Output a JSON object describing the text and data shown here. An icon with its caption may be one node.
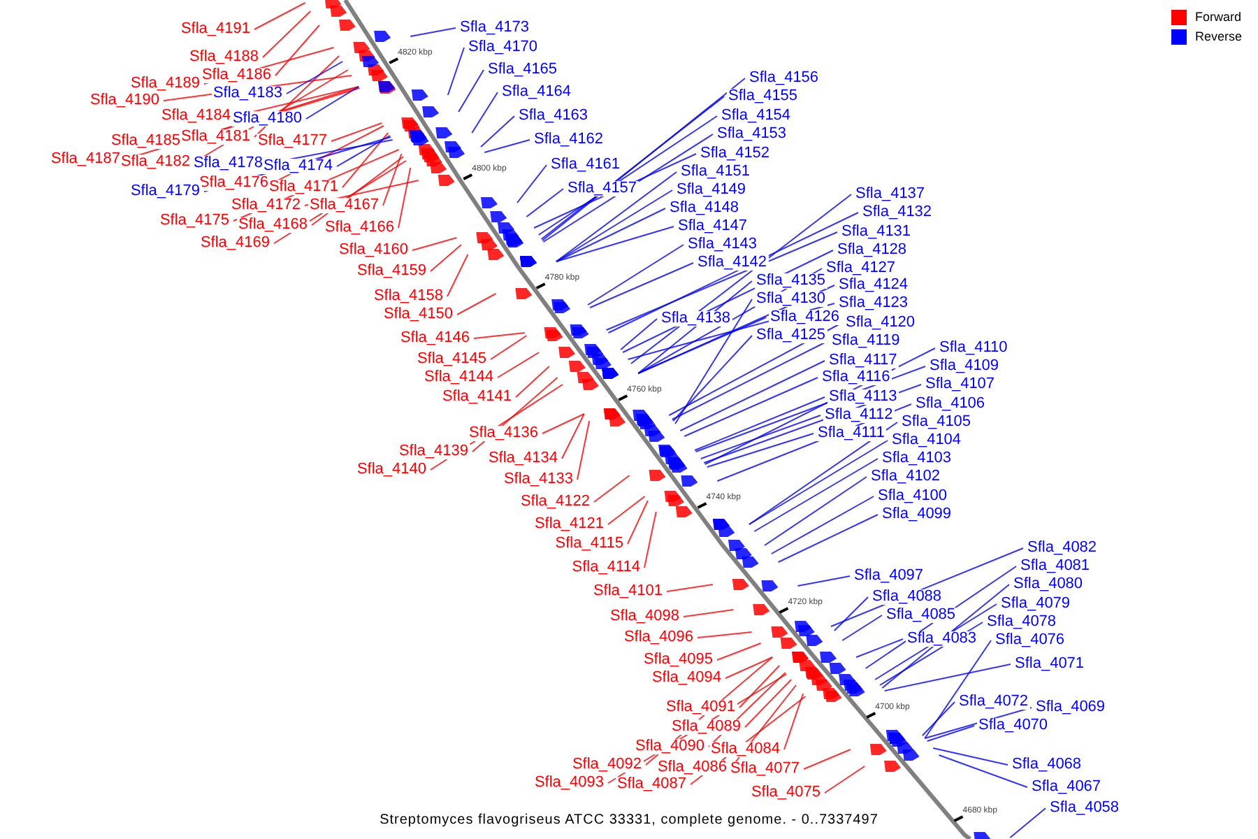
{
  "diagram": {
    "caption": "Streptomyces flavogriseus ATCC 33331, complete genome. - 0..7337497",
    "nodes": [
      {
        "text": [
          "Sfla_4191"
        ]
      },
      {
        "text": [
          "Sfla_4188"
        ]
      },
      {
        "text": [
          "Sfla_4186"
        ]
      },
      {
        "text": [
          "Sfla_4189"
        ]
      },
      {
        "text": [
          "Sfla_4190"
        ]
      },
      {
        "text": [
          "Sfla_4184"
        ]
      },
      {
        "text": [
          "Sfla_4181"
        ]
      },
      {
        "text": [
          "Sfla_4185"
        ]
      },
      {
        "text": [
          "Sfla_4177"
        ]
      },
      {
        "text": [
          "Sfla_4187"
        ]
      },
      {
        "text": [
          "Sfla_4182"
        ]
      },
      {
        "text": [
          "Sfla_4176"
        ]
      },
      {
        "text": [
          "Sfla_4171"
        ]
      },
      {
        "text": [
          "Sfla_4172"
        ]
      },
      {
        "text": [
          "Sfla_4167"
        ]
      },
      {
        "text": [
          "Sfla_4175"
        ]
      },
      {
        "text": [
          "Sfla_4168"
        ]
      },
      {
        "text": [
          "Sfla_4166"
        ]
      },
      {
        "text": [
          "Sfla_4169"
        ]
      },
      {
        "text": [
          "Sfla_4160"
        ]
      },
      {
        "text": [
          "Sfla_4159"
        ]
      },
      {
        "text": [
          "Sfla_4158"
        ]
      },
      {
        "text": [
          "Sfla_4150"
        ]
      },
      {
        "text": [
          "Sfla_4146"
        ]
      },
      {
        "text": [
          "Sfla_4145"
        ]
      },
      {
        "text": [
          "Sfla_4144"
        ]
      },
      {
        "text": [
          "Sfla_4141"
        ]
      },
      {
        "text": [
          "Sfla_4136"
        ]
      },
      {
        "text": [
          "Sfla_4139"
        ]
      },
      {
        "text": [
          "Sfla_4134"
        ]
      },
      {
        "text": [
          "Sfla_4140"
        ]
      },
      {
        "text": [
          "Sfla_4133"
        ]
      },
      {
        "text": [
          "Sfla_4122"
        ]
      },
      {
        "text": [
          "Sfla_4121"
        ]
      },
      {
        "text": [
          "Sfla_4115"
        ]
      },
      {
        "text": [
          "Sfla_4114"
        ]
      },
      {
        "text": [
          "Sfla_4101"
        ]
      },
      {
        "text": [
          "Sfla_4098"
        ]
      },
      {
        "text": [
          "Sfla_4096"
        ]
      },
      {
        "text": [
          "Sfla_4095"
        ]
      },
      {
        "text": [
          "Sfla_4094"
        ]
      },
      {
        "text": [
          "Sfla_4091"
        ]
      },
      {
        "text": [
          "Sfla_4089"
        ]
      },
      {
        "text": [
          "Sfla_4090"
        ]
      },
      {
        "text": [
          "Sfla_4084"
        ]
      },
      {
        "text": [
          "Sfla_4092"
        ]
      },
      {
        "text": [
          "Sfla_4086"
        ]
      },
      {
        "text": [
          "Sfla_4077"
        ]
      },
      {
        "text": [
          "Sfla_4093"
        ]
      },
      {
        "text": [
          "Sfla_4087"
        ]
      },
      {
        "text": [
          "Sfla_4075"
        ]
      },
      {
        "text": [
          "Sfla_4183"
        ]
      },
      {
        "text": [
          "Sfla_4180"
        ]
      },
      {
        "text": [
          "Sfla_4178"
        ]
      },
      {
        "text": [
          "Sfla_4174"
        ]
      },
      {
        "text": [
          "Sfla_4179"
        ]
      },
      {
        "text": [
          "Sfla_4173"
        ]
      },
      {
        "text": [
          "Sfla_4170"
        ]
      },
      {
        "text": [
          "Sfla_4165"
        ]
      },
      {
        "text": [
          "Sfla_4164"
        ]
      },
      {
        "text": [
          "Sfla_4163"
        ]
      },
      {
        "text": [
          "Sfla_4162"
        ]
      },
      {
        "text": [
          "Sfla_4161"
        ]
      },
      {
        "text": [
          "Sfla_4157"
        ]
      },
      {
        "text": [
          "Sfla_4156"
        ]
      },
      {
        "text": [
          "Sfla_4155"
        ]
      },
      {
        "text": [
          "Sfla_4154"
        ]
      },
      {
        "text": [
          "Sfla_4153"
        ]
      },
      {
        "text": [
          "Sfla_4152"
        ]
      },
      {
        "text": [
          "Sfla_4151"
        ]
      },
      {
        "text": [
          "Sfla_4149"
        ]
      },
      {
        "text": [
          "Sfla_4148"
        ]
      },
      {
        "text": [
          "Sfla_4147"
        ]
      },
      {
        "text": [
          "Sfla_4143"
        ]
      },
      {
        "text": [
          "Sfla_4142"
        ]
      },
      {
        "text": [
          "Sfla_4138"
        ]
      },
      {
        "text": [
          "Sfla_4137"
        ]
      },
      {
        "text": [
          "Sfla_4132"
        ]
      },
      {
        "text": [
          "Sfla_4131"
        ]
      },
      {
        "text": [
          "Sfla_4128"
        ]
      },
      {
        "text": [
          "Sfla_4127"
        ]
      },
      {
        "text": [
          "Sfla_4135"
        ]
      },
      {
        "text": [
          "Sfla_4124"
        ]
      },
      {
        "text": [
          "Sfla_4130"
        ]
      },
      {
        "text": [
          "Sfla_4123"
        ]
      },
      {
        "text": [
          "Sfla_4126"
        ]
      },
      {
        "text": [
          "Sfla_4120"
        ]
      },
      {
        "text": [
          "Sfla_4125"
        ]
      },
      {
        "text": [
          "Sfla_4119"
        ]
      },
      {
        "text": [
          "Sfla_4117"
        ]
      },
      {
        "text": [
          "Sfla_4116"
        ]
      },
      {
        "text": [
          "Sfla_4113"
        ]
      },
      {
        "text": [
          "Sfla_4112"
        ]
      },
      {
        "text": [
          "Sfla_4111"
        ]
      },
      {
        "text": [
          "Sfla_4110"
        ]
      },
      {
        "text": [
          "Sfla_4109"
        ]
      },
      {
        "text": [
          "Sfla_4107"
        ]
      },
      {
        "text": [
          "Sfla_4106"
        ]
      },
      {
        "text": [
          "Sfla_4105"
        ]
      },
      {
        "text": [
          "Sfla_4104"
        ]
      },
      {
        "text": [
          "Sfla_4103"
        ]
      },
      {
        "text": [
          "Sfla_4102"
        ]
      },
      {
        "text": [
          "Sfla_4100"
        ]
      },
      {
        "text": [
          "Sfla_4099"
        ]
      },
      {
        "text": [
          "Sfla_4097"
        ]
      },
      {
        "text": [
          "Sfla_4088"
        ]
      },
      {
        "text": [
          "Sfla_4085"
        ]
      },
      {
        "text": [
          "Sfla_4083"
        ]
      },
      {
        "text": [
          "Sfla_4082"
        ]
      },
      {
        "text": [
          "Sfla_4081"
        ]
      },
      {
        "text": [
          "Sfla_4080"
        ]
      },
      {
        "text": [
          "Sfla_4079"
        ]
      },
      {
        "text": [
          "Sfla_4078"
        ]
      },
      {
        "text": [
          "Sfla_4076"
        ]
      },
      {
        "text": [
          "Sfla_4071"
        ]
      },
      {
        "text": [
          "Sfla_4072"
        ]
      },
      {
        "text": [
          "Sfla_4069"
        ]
      },
      {
        "text": [
          "Sfla_4070"
        ]
      },
      {
        "text": [
          "Sfla_4068"
        ]
      },
      {
        "text": [
          "Sfla_4067"
        ]
      },
      {
        "text": [
          "Sfla_4058"
        ]
      }
    ],
    "edges": [
      {
        "from": 0,
        "to": null,
        "arrow": "none",
        "color": "#ff0000"
      },
      {
        "from": 1,
        "to": null,
        "arrow": "none",
        "color": "#ff0000"
      },
      {
        "from": 2,
        "to": null,
        "arrow": "none",
        "color": "#ff0000"
      },
      {
        "from": 3,
        "to": null,
        "arrow": "none",
        "color": "#ff0000"
      },
      {
        "from": 4,
        "to": null,
        "arrow": "none",
        "color": "#ff0000"
      },
      {
        "from": 5,
        "to": null,
        "arrow": "none",
        "color": "#ff0000"
      },
      {
        "from": 6,
        "to": null,
        "arrow": "none",
        "color": "#ff0000"
      },
      {
        "from": 7,
        "to": null,
        "arrow": "none",
        "color": "#ff0000"
      },
      {
        "from": 8,
        "to": null,
        "arrow": "none",
        "color": "#ff0000"
      },
      {
        "from": 9,
        "to": null,
        "arrow": "none",
        "color": "#ff0000"
      },
      {
        "from": 10,
        "to": null,
        "arrow": "none",
        "color": "#ff0000"
      },
      {
        "from": 11,
        "to": null,
        "arrow": "none",
        "color": "#ff0000"
      },
      {
        "from": 12,
        "to": null,
        "arrow": "none",
        "color": "#ff0000"
      },
      {
        "from": 13,
        "to": null,
        "arrow": "none",
        "color": "#ff0000"
      },
      {
        "from": 14,
        "to": null,
        "arrow": "none",
        "color": "#ff0000"
      },
      {
        "from": 15,
        "to": null,
        "arrow": "none",
        "color": "#ff0000"
      },
      {
        "from": 16,
        "to": null,
        "arrow": "none",
        "color": "#ff0000"
      },
      {
        "from": 17,
        "to": null,
        "arrow": "none",
        "color": "#ff0000"
      },
      {
        "from": 18,
        "to": null,
        "arrow": "none",
        "color": "#ff0000"
      },
      {
        "from": 19,
        "to": null,
        "arrow": "none",
        "color": "#ff0000"
      },
      {
        "from": 20,
        "to": null,
        "arrow": "none",
        "color": "#ff0000"
      },
      {
        "from": 21,
        "to": null,
        "arrow": "none",
        "color": "#ff0000"
      },
      {
        "from": 22,
        "to": null,
        "arrow": "none",
        "color": "#ff0000"
      },
      {
        "from": 23,
        "to": null,
        "arrow": "none",
        "color": "#ff0000"
      },
      {
        "from": 24,
        "to": null,
        "arrow": "none",
        "color": "#ff0000"
      },
      {
        "from": 25,
        "to": null,
        "arrow": "none",
        "color": "#ff0000"
      },
      {
        "from": 26,
        "to": null,
        "arrow": "none",
        "color": "#ff0000"
      },
      {
        "from": 27,
        "to": null,
        "arrow": "none",
        "color": "#ff0000"
      },
      {
        "from": 28,
        "to": null,
        "arrow": "none",
        "color": "#ff0000"
      },
      {
        "from": 29,
        "to": null,
        "arrow": "none",
        "color": "#ff0000"
      },
      {
        "from": 30,
        "to": null,
        "arrow": "none",
        "color": "#ff0000"
      },
      {
        "from": 31,
        "to": null,
        "arrow": "none",
        "color": "#ff0000"
      },
      {
        "from": 32,
        "to": null,
        "arrow": "none",
        "color": "#ff0000"
      },
      {
        "from": 33,
        "to": null,
        "arrow": "none",
        "color": "#ff0000"
      },
      {
        "from": 34,
        "to": null,
        "arrow": "none",
        "color": "#ff0000"
      },
      {
        "from": 35,
        "to": null,
        "arrow": "none",
        "color": "#ff0000"
      },
      {
        "from": 36,
        "to": null,
        "arrow": "none",
        "color": "#ff0000"
      },
      {
        "from": 37,
        "to": null,
        "arrow": "none",
        "color": "#ff0000"
      },
      {
        "from": 38,
        "to": null,
        "arrow": "none",
        "color": "#ff0000"
      },
      {
        "from": 39,
        "to": null,
        "arrow": "none",
        "color": "#ff0000"
      },
      {
        "from": 40,
        "to": null,
        "arrow": "none",
        "color": "#ff0000"
      },
      {
        "from": 41,
        "to": null,
        "arrow": "none",
        "color": "#ff0000"
      },
      {
        "from": 42,
        "to": null,
        "arrow": "none",
        "color": "#ff0000"
      },
      {
        "from": 43,
        "to": null,
        "arrow": "none",
        "color": "#ff0000"
      },
      {
        "from": 44,
        "to": null,
        "arrow": "none",
        "color": "#ff0000"
      },
      {
        "from": 45,
        "to": null,
        "arrow": "none",
        "color": "#ff0000"
      },
      {
        "from": 46,
        "to": null,
        "arrow": "none",
        "color": "#ff0000"
      },
      {
        "from": 47,
        "to": null,
        "arrow": "none",
        "color": "#ff0000"
      },
      {
        "from": 48,
        "to": null,
        "arrow": "none",
        "color": "#ff0000"
      },
      {
        "from": 49,
        "to": null,
        "arrow": "none",
        "color": "#ff0000"
      },
      {
        "from": 50,
        "to": null,
        "arrow": "none",
        "color": "#ff0000"
      },
      {
        "from": 51,
        "to": null,
        "arrow": "none"
      },
      {
        "from": 52,
        "to": null,
        "arrow": "none"
      },
      {
        "from": 53,
        "to": null,
        "arrow": "none"
      },
      {
        "from": 54,
        "to": null,
        "arrow": "none"
      },
      {
        "from": 55,
        "to": null,
        "arrow": "none"
      },
      {
        "from": 56,
        "to": null,
        "arrow": "none"
      },
      {
        "from": 57,
        "to": null,
        "arrow": "none"
      },
      {
        "from": 58,
        "to": null,
        "arrow": "none"
      },
      {
        "from": 59,
        "to": null,
        "arrow": "none"
      },
      {
        "from": 60,
        "to": null,
        "arrow": "none"
      },
      {
        "from": 61,
        "to": null,
        "arrow": "none"
      },
      {
        "from": 62,
        "to": null,
        "arrow": "none"
      },
      {
        "from": 63,
        "to": null,
        "arrow": "none"
      },
      {
        "from": 64,
        "to": null,
        "arrow": "none"
      },
      {
        "from": 65,
        "to": null,
        "arrow": "none"
      },
      {
        "from": 66,
        "to": null,
        "arrow": "none"
      },
      {
        "from": 67,
        "to": null,
        "arrow": "none"
      },
      {
        "from": 68,
        "to": null,
        "arrow": "none"
      },
      {
        "from": 69,
        "to": null,
        "arrow": "none"
      },
      {
        "from": 70,
        "to": null,
        "arrow": "none"
      },
      {
        "from": 71,
        "to": null,
        "arrow": "none"
      },
      {
        "from": 72,
        "to": null,
        "arrow": "none"
      },
      {
        "from": 73,
        "to": null,
        "arrow": "none"
      },
      {
        "from": 74,
        "to": null,
        "arrow": "none"
      },
      {
        "from": 75,
        "to": null,
        "arrow": "none"
      },
      {
        "from": 76,
        "to": null,
        "arrow": "none"
      },
      {
        "from": 77,
        "to": null,
        "arrow": "none"
      },
      {
        "from": 78,
        "to": null,
        "arrow": "none"
      },
      {
        "from": 79,
        "to": null,
        "arrow": "none"
      },
      {
        "from": 80,
        "to": null,
        "arrow": "none"
      },
      {
        "from": 81,
        "to": null,
        "arrow": "none"
      },
      {
        "from": 82,
        "to": null,
        "arrow": "none"
      },
      {
        "from": 83,
        "to": null,
        "arrow": "none"
      },
      {
        "from": 84,
        "to": null,
        "arrow": "none"
      },
      {
        "from": 85,
        "to": null,
        "arrow": "none"
      },
      {
        "from": 86,
        "to": null,
        "arrow": "none"
      },
      {
        "from": 87,
        "to": null,
        "arrow": "none"
      },
      {
        "from": 88,
        "to": null,
        "arrow": "none"
      },
      {
        "from": 89,
        "to": null,
        "arrow": "none"
      },
      {
        "from": 90,
        "to": null,
        "arrow": "none"
      },
      {
        "from": 91,
        "to": null,
        "arrow": "none"
      },
      {
        "from": 92,
        "to": null,
        "arrow": "none"
      },
      {
        "from": 93,
        "to": null,
        "arrow": "none"
      },
      {
        "from": 94,
        "to": null,
        "arrow": "none"
      },
      {
        "from": 95,
        "to": null,
        "arrow": "none"
      },
      {
        "from": 96,
        "to": null,
        "arrow": "none"
      },
      {
        "from": 97,
        "to": null,
        "arrow": "none"
      },
      {
        "from": 98,
        "to": null,
        "arrow": "none"
      },
      {
        "from": 99,
        "to": null,
        "arrow": "none"
      },
      {
        "from": 100,
        "to": null,
        "arrow": "none"
      },
      {
        "from": 101,
        "to": null,
        "arrow": "none"
      },
      {
        "from": 102,
        "to": null,
        "arrow": "none"
      },
      {
        "from": 103,
        "to": null,
        "arrow": "none"
      },
      {
        "from": 104,
        "to": null,
        "arrow": "none"
      },
      {
        "from": 105,
        "to": null,
        "arrow": "none"
      },
      {
        "from": 106,
        "to": null,
        "arrow": "none"
      },
      {
        "from": 107,
        "to": null,
        "arrow": "none"
      },
      {
        "from": 108,
        "to": null,
        "arrow": "none"
      },
      {
        "from": 109,
        "to": null,
        "arrow": "none"
      },
      {
        "from": 110,
        "to": null,
        "arrow": "none"
      },
      {
        "from": 111,
        "to": null,
        "arrow": "none"
      },
      {
        "from": 112,
        "to": null,
        "arrow": "none"
      },
      {
        "from": 113,
        "to": null,
        "arrow": "none"
      },
      {
        "from": 114,
        "to": null,
        "arrow": "none"
      },
      {
        "from": 115,
        "to": null,
        "arrow": "none"
      },
      {
        "from": 116,
        "to": null,
        "arrow": "none"
      },
      {
        "from": 117,
        "to": null,
        "arrow": "none"
      },
      {
        "from": 118,
        "to": null,
        "arrow": "none"
      },
      {
        "from": 119,
        "to": null,
        "arrow": "none"
      },
      {
        "from": 120,
        "to": null,
        "arrow": "none"
      }
    ],
    "labels": [
      "4820 kbp",
      "4800 kbp",
      "4780 kbp",
      "4760 kbp",
      "4740 kbp",
      "4720 kbp",
      "4700 kbp",
      "4680 kbp"
    ],
    "legend": [
      {
        "text": "Forward",
        "color": "#ff0000"
      },
      {
        "text": "Reverse",
        "color": "#0000ff"
      }
    ]
  }
}
